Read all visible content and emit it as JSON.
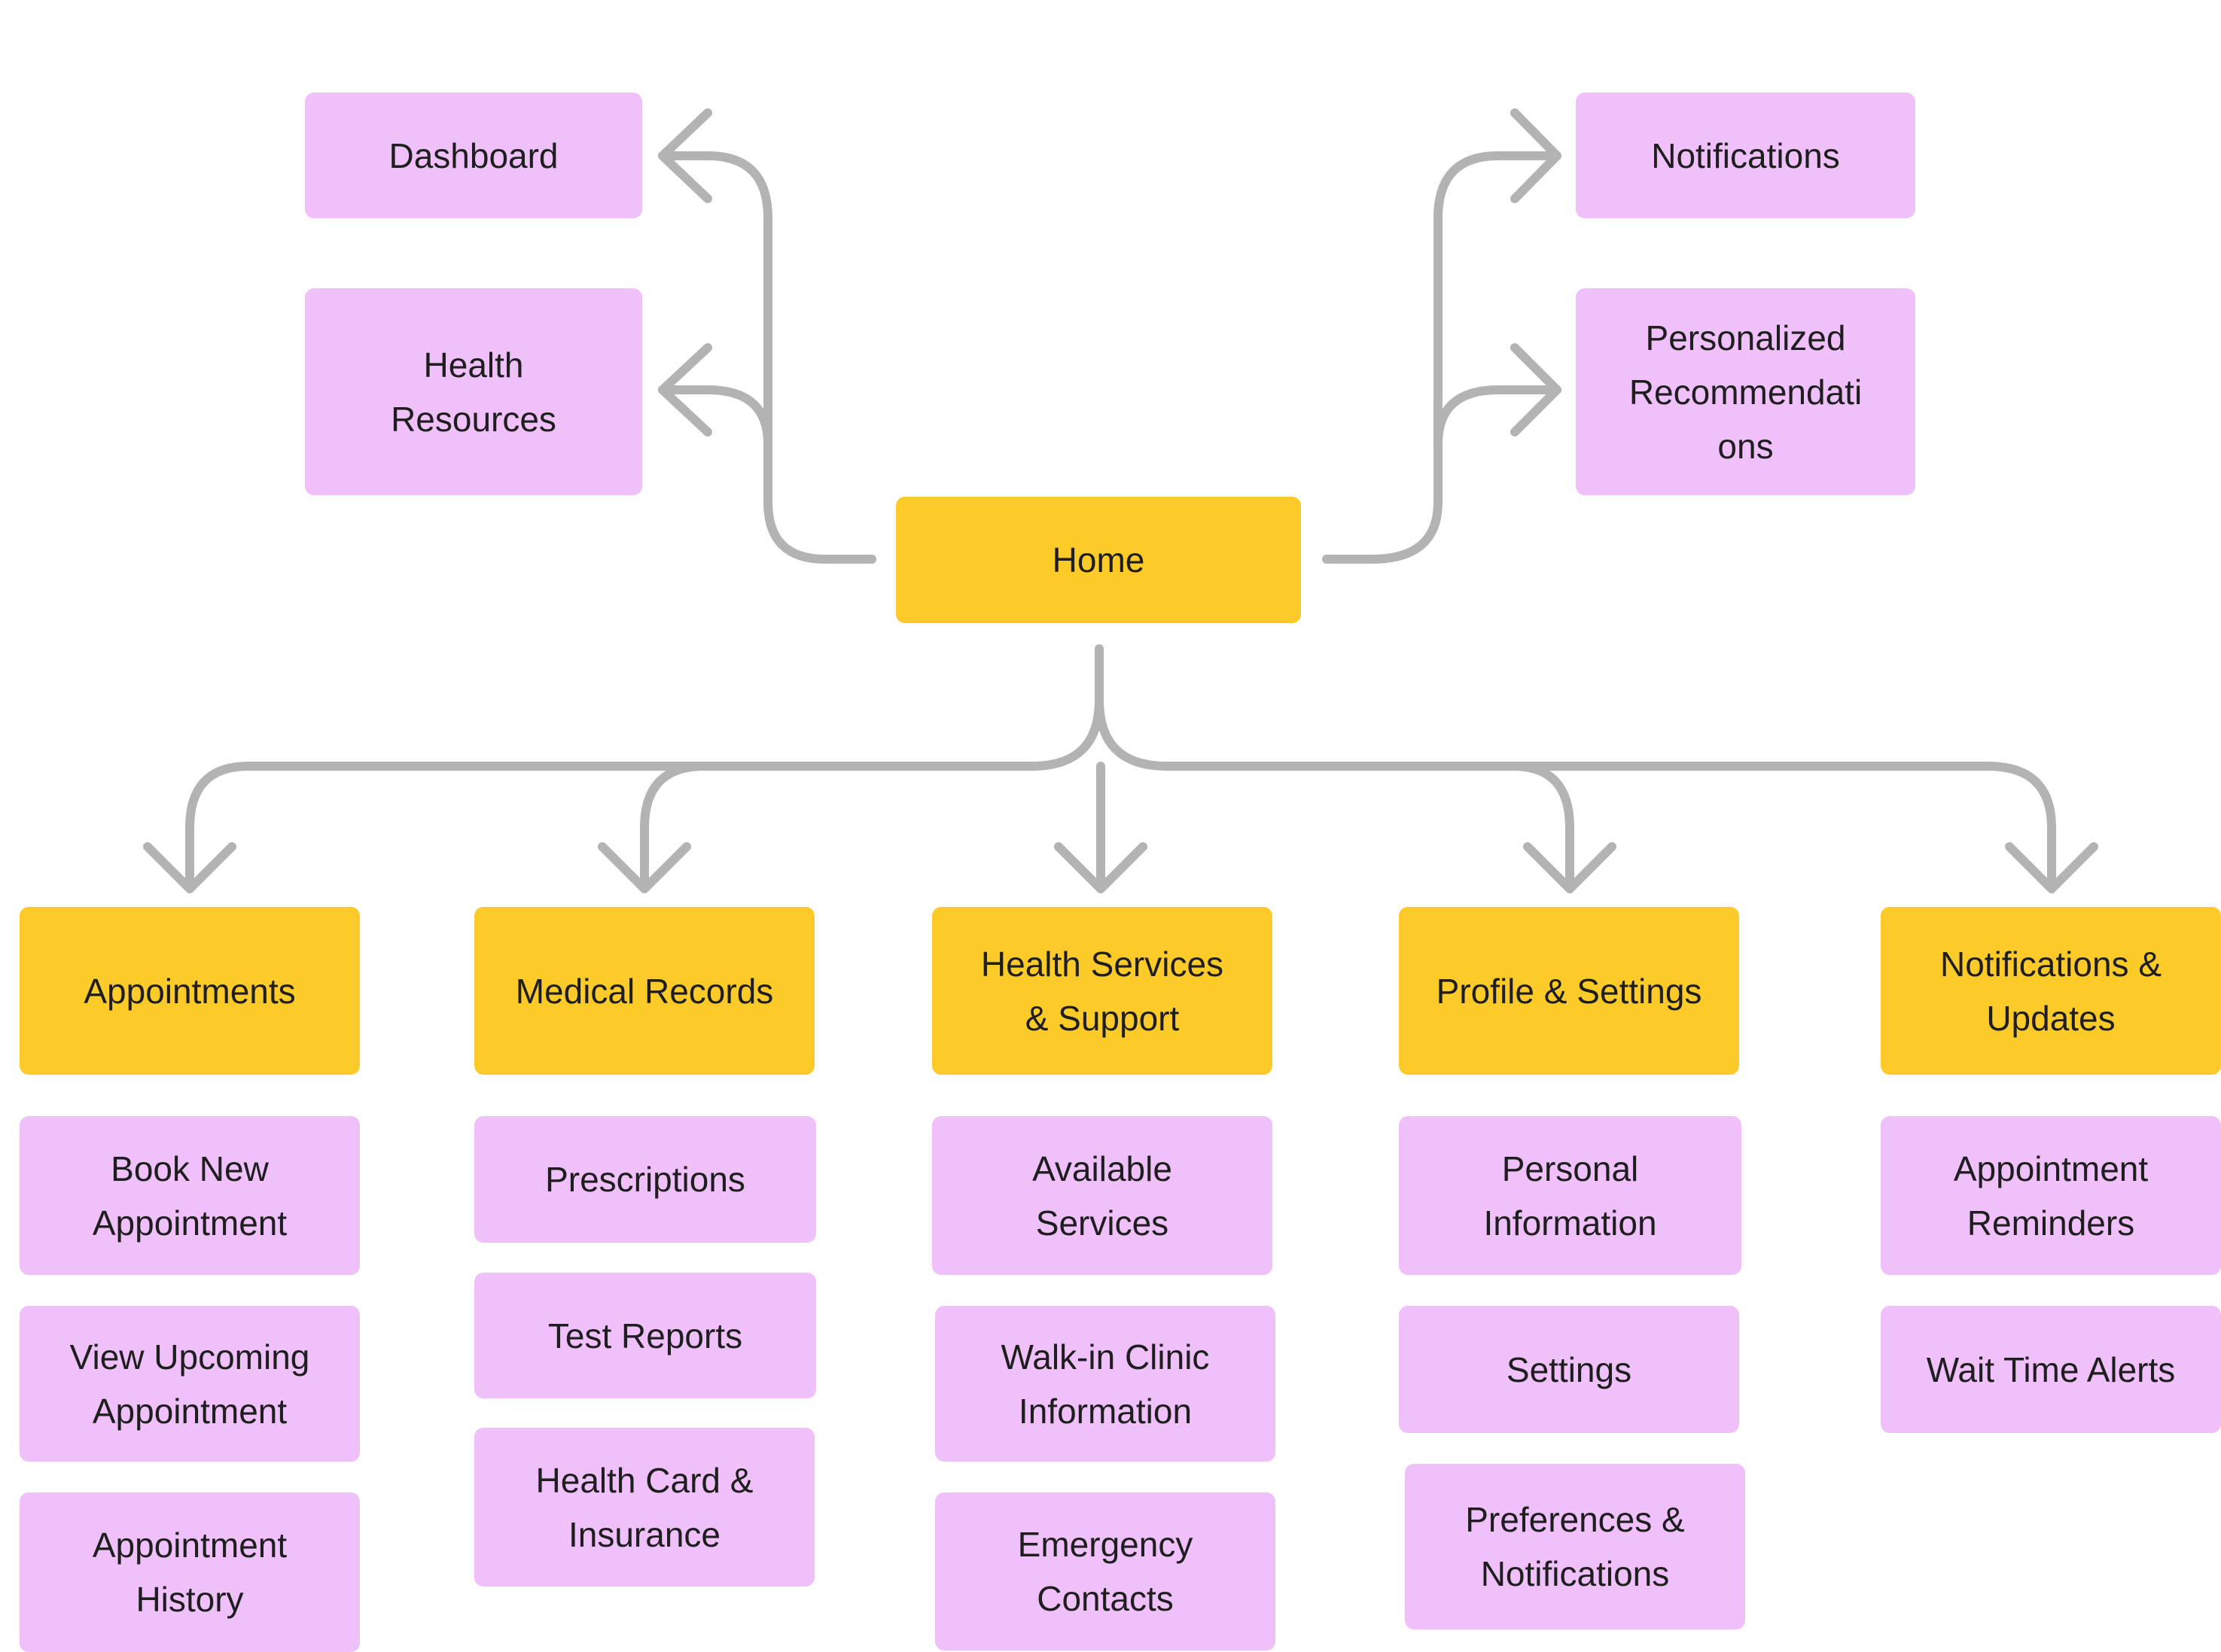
{
  "colors": {
    "primary_node": "#fccb2a",
    "secondary_node": "#f0c0fa",
    "connector": "#b3b3b3",
    "text": "#1e1e1e",
    "background": "#ffffff"
  },
  "home": {
    "label": "Home"
  },
  "top_left": [
    {
      "label": "Dashboard"
    },
    {
      "label": "Health\nResources"
    }
  ],
  "top_right": [
    {
      "label": "Notifications"
    },
    {
      "label": "Personalized\nRecommendati\nons"
    }
  ],
  "categories": [
    {
      "label": "Appointments",
      "items": [
        {
          "label": "Book New\nAppointment"
        },
        {
          "label": "View Upcoming\nAppointment"
        },
        {
          "label": "Appointment\nHistory"
        }
      ]
    },
    {
      "label": "Medical Records",
      "items": [
        {
          "label": "Prescriptions"
        },
        {
          "label": "Test Reports"
        },
        {
          "label": "Health Card &\nInsurance"
        }
      ]
    },
    {
      "label": "Health Services\n& Support",
      "items": [
        {
          "label": "Available\nServices"
        },
        {
          "label": "Walk-in Clinic\nInformation"
        },
        {
          "label": "Emergency\nContacts"
        }
      ]
    },
    {
      "label": "Profile & Settings",
      "items": [
        {
          "label": "Personal\nInformation"
        },
        {
          "label": "Settings"
        },
        {
          "label": "Preferences &\nNotifications"
        }
      ]
    },
    {
      "label": "Notifications &\nUpdates",
      "items": [
        {
          "label": "Appointment\nReminders"
        },
        {
          "label": "Wait Time Alerts"
        }
      ]
    }
  ]
}
